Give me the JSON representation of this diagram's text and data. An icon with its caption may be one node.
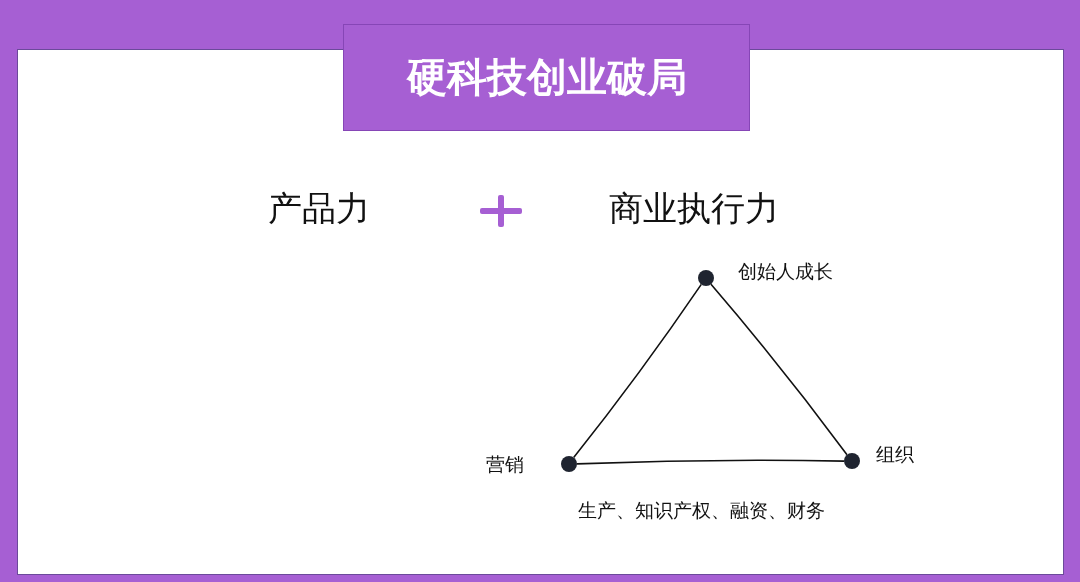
{
  "diagram": {
    "title": "硬科技创业破局",
    "nodes": [
      {
        "text": [],
        "shape": "circle",
        "beside": [
          "创始人成长"
        ]
      },
      {
        "text": [],
        "shape": "circle",
        "beside": [
          "营销"
        ]
      },
      {
        "text": [],
        "shape": "circle",
        "beside": [
          "组织"
        ]
      }
    ],
    "edges": [
      {
        "from": 0,
        "to": 1,
        "arrow": "none"
      },
      {
        "from": 0,
        "to": 2,
        "arrow": "none"
      },
      {
        "from": 1,
        "to": 2,
        "arrow": "none"
      }
    ],
    "labels": [
      "产品力",
      "商业执行力",
      "生产、知识产权、融资、财务"
    ]
  }
}
